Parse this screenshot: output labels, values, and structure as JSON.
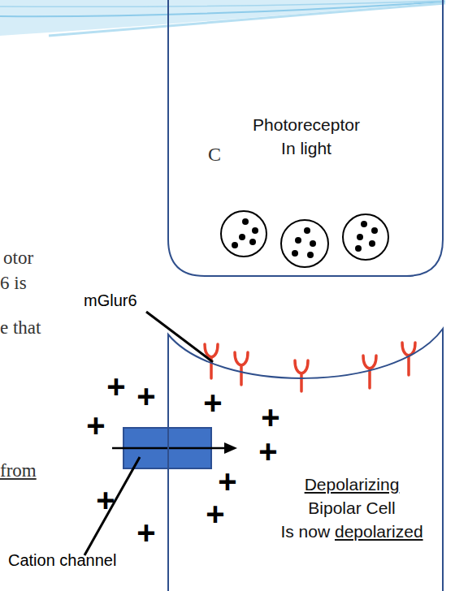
{
  "diagram": {
    "nodes": [
      {
        "text": [
          "Photoreceptor In light"
        ]
      },
      {
        "text": [
          "Depolarizing Bipolar Cell Is now depolarized"
        ]
      }
    ],
    "labels": [
      "C",
      "otor",
      "6 is",
      "mGlur6",
      "e that",
      "+",
      "+",
      "+",
      "+",
      "+",
      "+",
      "from",
      "+",
      "+",
      "+",
      "+",
      "Cation channel"
    ]
  }
}
